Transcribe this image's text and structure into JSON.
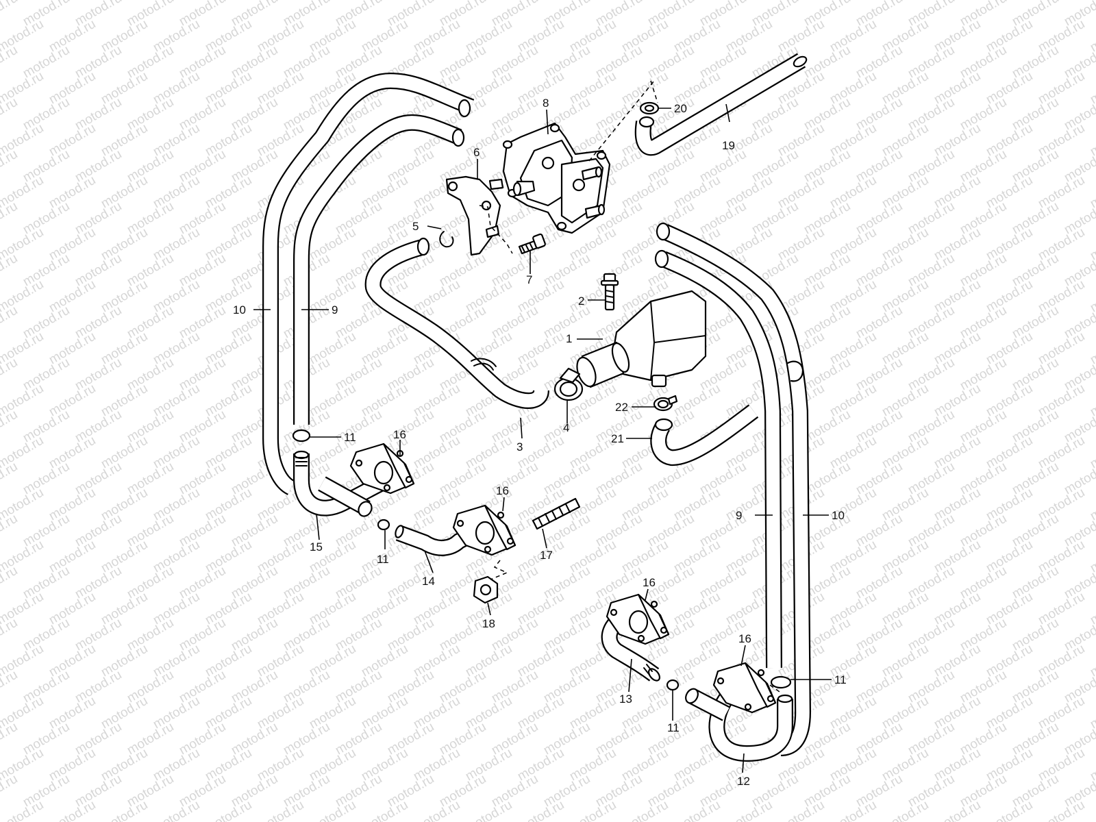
{
  "watermark": "motod.ru",
  "callouts": [
    {
      "id": "c1",
      "label": "1"
    },
    {
      "id": "c2",
      "label": "2"
    },
    {
      "id": "c3",
      "label": "3"
    },
    {
      "id": "c4",
      "label": "4"
    },
    {
      "id": "c5",
      "label": "5"
    },
    {
      "id": "c6",
      "label": "6"
    },
    {
      "id": "c7",
      "label": "7"
    },
    {
      "id": "c8",
      "label": "8"
    },
    {
      "id": "c9a",
      "label": "9"
    },
    {
      "id": "c9b",
      "label": "9"
    },
    {
      "id": "c10a",
      "label": "10"
    },
    {
      "id": "c10b",
      "label": "10"
    },
    {
      "id": "c11a",
      "label": "11"
    },
    {
      "id": "c11b",
      "label": "11"
    },
    {
      "id": "c11c",
      "label": "11"
    },
    {
      "id": "c11d",
      "label": "11"
    },
    {
      "id": "c12",
      "label": "12"
    },
    {
      "id": "c13",
      "label": "13"
    },
    {
      "id": "c14",
      "label": "14"
    },
    {
      "id": "c15",
      "label": "15"
    },
    {
      "id": "c16a",
      "label": "16"
    },
    {
      "id": "c16b",
      "label": "16"
    },
    {
      "id": "c16c",
      "label": "16"
    },
    {
      "id": "c16d",
      "label": "16"
    },
    {
      "id": "c17",
      "label": "17"
    },
    {
      "id": "c18",
      "label": "18"
    },
    {
      "id": "c19",
      "label": "19"
    },
    {
      "id": "c20",
      "label": "20"
    },
    {
      "id": "c21",
      "label": "21"
    },
    {
      "id": "c22",
      "label": "22"
    }
  ]
}
